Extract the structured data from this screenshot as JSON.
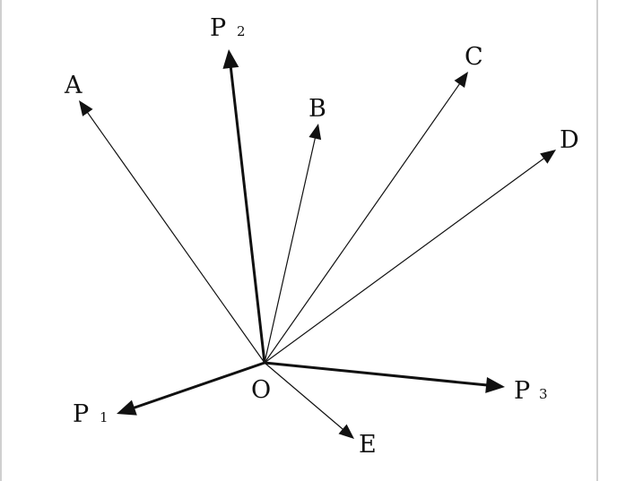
{
  "diagram": {
    "origin": {
      "label": "O"
    },
    "rays": [
      {
        "id": "A",
        "label": "A",
        "subscript": "",
        "bold": false
      },
      {
        "id": "P2",
        "label": "P",
        "subscript": "2",
        "bold": true
      },
      {
        "id": "B",
        "label": "B",
        "subscript": "",
        "bold": false
      },
      {
        "id": "C",
        "label": "C",
        "subscript": "",
        "bold": false
      },
      {
        "id": "D",
        "label": "D",
        "subscript": "",
        "bold": false
      },
      {
        "id": "P3",
        "label": "P",
        "subscript": "3",
        "bold": true
      },
      {
        "id": "E",
        "label": "E",
        "subscript": "",
        "bold": false
      },
      {
        "id": "P1",
        "label": "P",
        "subscript": "1",
        "bold": true
      }
    ],
    "colors": {
      "stroke": "#111111",
      "background": "#ffffff"
    }
  }
}
